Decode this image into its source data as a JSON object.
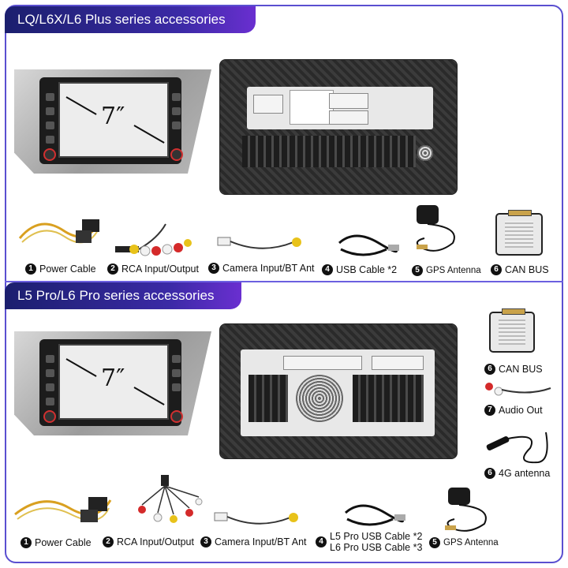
{
  "section1": {
    "title": "LQ/L6X/L6 Plus series accessories",
    "stereo_size": "7″",
    "accessories": [
      {
        "num": "1",
        "label": "Power Cable"
      },
      {
        "num": "2",
        "label": "RCA Input/Output"
      },
      {
        "num": "3",
        "label": "Camera Input/BT Ant"
      },
      {
        "num": "4",
        "label": "USB Cable *2"
      },
      {
        "num": "5",
        "label": "GPS Antenna"
      },
      {
        "num": "6",
        "label": "CAN BUS"
      }
    ]
  },
  "section2": {
    "title": "L5 Pro/L6 Pro series accessories",
    "stereo_size": "7″",
    "accessories": [
      {
        "num": "1",
        "label": "Power Cable"
      },
      {
        "num": "2",
        "label": "RCA Input/Output"
      },
      {
        "num": "3",
        "label": "Camera Input/BT Ant"
      },
      {
        "num": "4",
        "label": "L5 Pro USB Cable *2",
        "label2": "L6 Pro USB Cable *3"
      },
      {
        "num": "5",
        "label": "GPS Antenna"
      }
    ],
    "side_accessories": [
      {
        "num": "6",
        "label": "CAN BUS"
      },
      {
        "num": "7",
        "label": "Audio Out"
      },
      {
        "num": "6",
        "label": "4G antenna"
      }
    ]
  },
  "colors": {
    "tab_start": "#1b1f6e",
    "tab_end": "#6a2fd0",
    "frame": "#5a4fd0",
    "rca_red": "#d42a2a",
    "rca_white": "#f2f2f2",
    "rca_yellow": "#e8c21a"
  }
}
